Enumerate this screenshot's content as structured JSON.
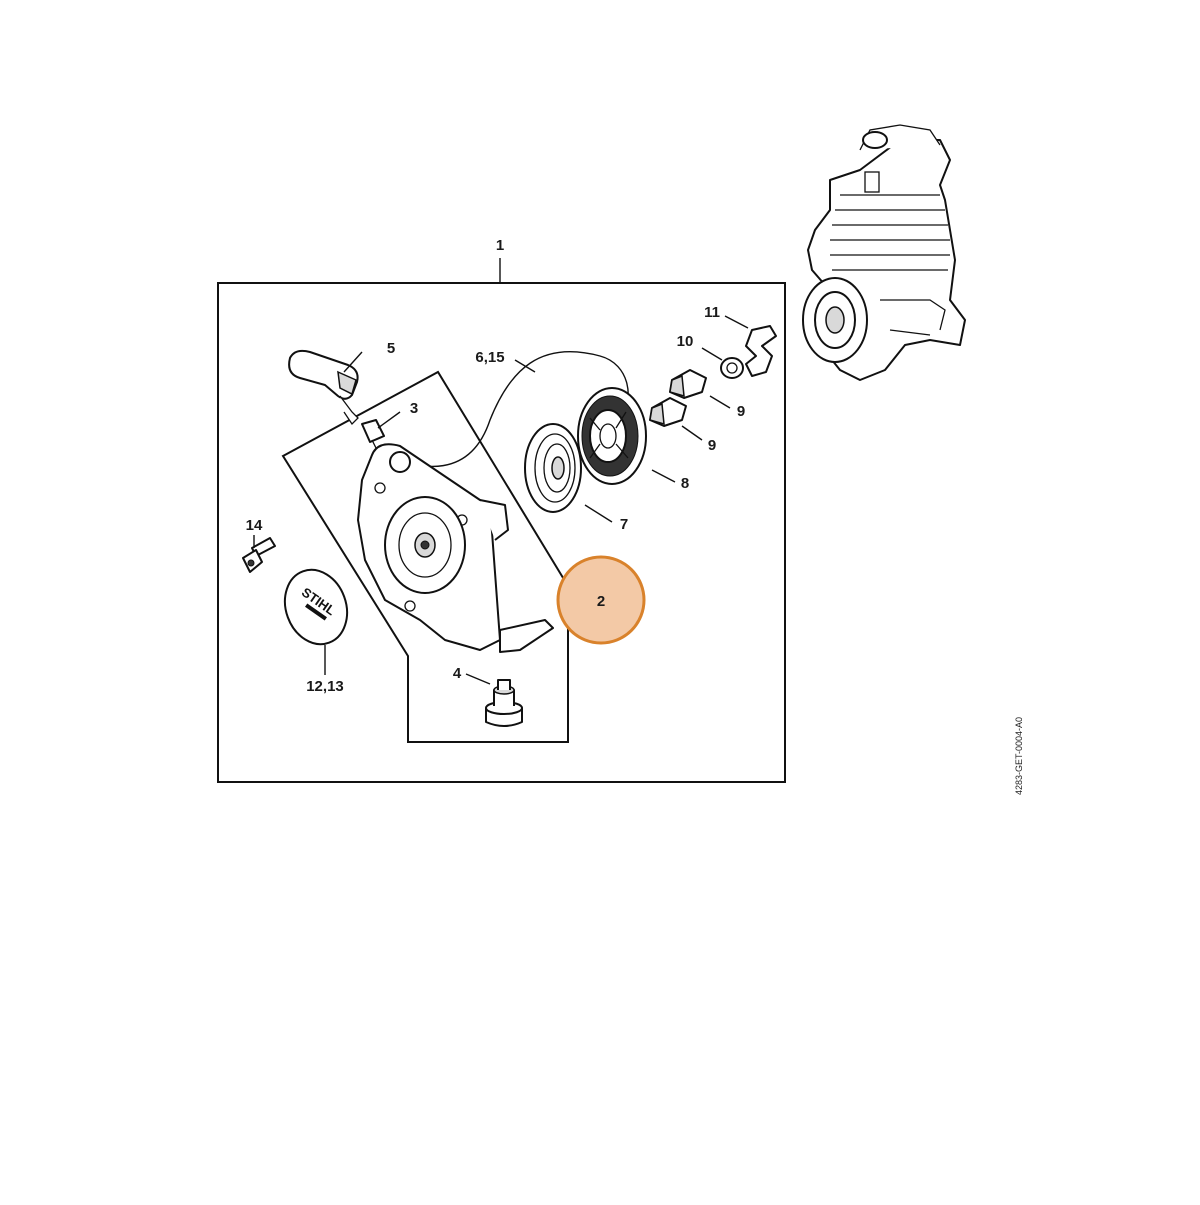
{
  "diagram": {
    "document_id": "4283-GET-0004-A0",
    "highlight_color": "#f3c9a6",
    "highlight_stroke": "#d9822b",
    "callouts": {
      "c1": "1",
      "c2": "2",
      "c3": "3",
      "c4": "4",
      "c5": "5",
      "c6_15": "6,15",
      "c7": "7",
      "c8": "8",
      "c9a": "9",
      "c9b": "9",
      "c10": "10",
      "c11": "11",
      "c12_13": "12,13",
      "c14": "14"
    },
    "logo_text": "STIHL"
  }
}
